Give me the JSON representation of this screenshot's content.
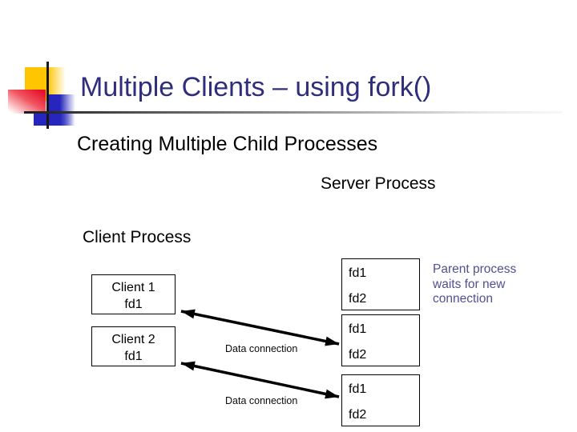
{
  "slide": {
    "title": "Multiple Clients – using fork()",
    "subtitle": "Creating Multiple Child Processes",
    "server_process_label": "Server Process",
    "client_process_label": "Client Process",
    "parent_note": "Parent process waits for new connection"
  },
  "diagram": {
    "client_boxes": [
      {
        "title": "Client 1",
        "fd": "fd1"
      },
      {
        "title": "Client 2",
        "fd": "fd1"
      }
    ],
    "server_boxes": [
      {
        "fd_top": "fd1",
        "fd_bottom": "fd2"
      },
      {
        "fd_top": "fd1",
        "fd_bottom": "fd2"
      },
      {
        "fd_top": "fd1",
        "fd_bottom": "fd2"
      }
    ],
    "connection_labels": [
      "Data connection",
      "Data connection"
    ]
  },
  "colors": {
    "title_text": "#2e2e7c",
    "parent_note_text": "#4f5092",
    "body_text": "#000000",
    "arrow": "#000000",
    "deco_yellow": "#ffc500",
    "deco_red": "#e8112d",
    "deco_blue": "#2626bf"
  }
}
